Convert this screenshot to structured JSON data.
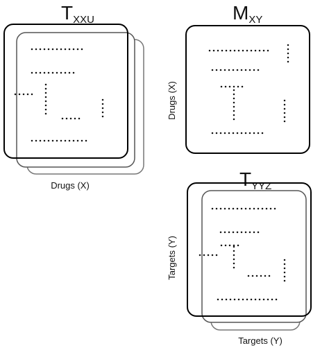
{
  "panels": {
    "txxu": {
      "title_main": "T",
      "title_sub": "XXU",
      "xlabel": "Drugs (X)"
    },
    "mxy": {
      "title_main": "M",
      "title_sub": "XY",
      "ylabel": "Drugs (X)"
    },
    "tyyz": {
      "title_main": "T",
      "title_sub": "YYZ",
      "xlabel": "Targets (Y)",
      "ylabel": "Targets (Y)"
    }
  },
  "colors": {
    "front_frame": "#000000",
    "back_frame": "#777777",
    "dots": "#111111"
  }
}
